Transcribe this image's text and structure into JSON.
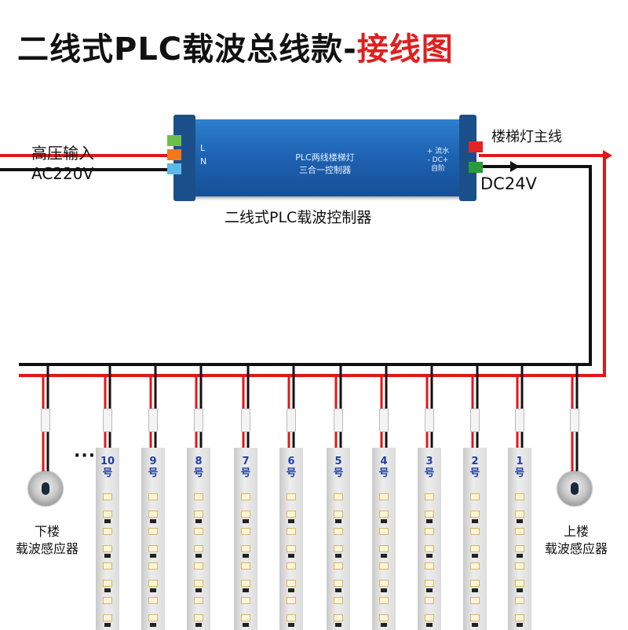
{
  "title": {
    "main": "二线式PLC载波总线款",
    "dash": "-",
    "highlight": "接线图"
  },
  "input": {
    "line1": "高压输入",
    "line2": "AC220V"
  },
  "output": {
    "main_line": "楼梯灯主线",
    "dc": "DC24V"
  },
  "controller": {
    "face_line1": "PLC两线楼梯灯",
    "face_line2": "三合一控制器",
    "terminal_labels": [
      "L",
      "N"
    ],
    "right_label": "+ 流水 - DC+ 自阶",
    "caption": "二线式PLC载波控制器"
  },
  "sensors": {
    "left": {
      "line1": "下楼",
      "line2": "载波感应器"
    },
    "right": {
      "line1": "上楼",
      "line2": "载波感应器"
    }
  },
  "strips": [
    {
      "number": "10",
      "suffix": "号"
    },
    {
      "number": "9",
      "suffix": "号"
    },
    {
      "number": "8",
      "suffix": "号"
    },
    {
      "number": "7",
      "suffix": "号"
    },
    {
      "number": "6",
      "suffix": "号"
    },
    {
      "number": "5",
      "suffix": "号"
    },
    {
      "number": "4",
      "suffix": "号"
    },
    {
      "number": "3",
      "suffix": "号"
    },
    {
      "number": "2",
      "suffix": "号"
    },
    {
      "number": "1",
      "suffix": "号"
    }
  ],
  "ellipsis": "···",
  "colors": {
    "wire_red": "#e01818",
    "wire_black": "#111111",
    "controller_blue": "#1e64b4",
    "title_highlight": "#e02020"
  }
}
